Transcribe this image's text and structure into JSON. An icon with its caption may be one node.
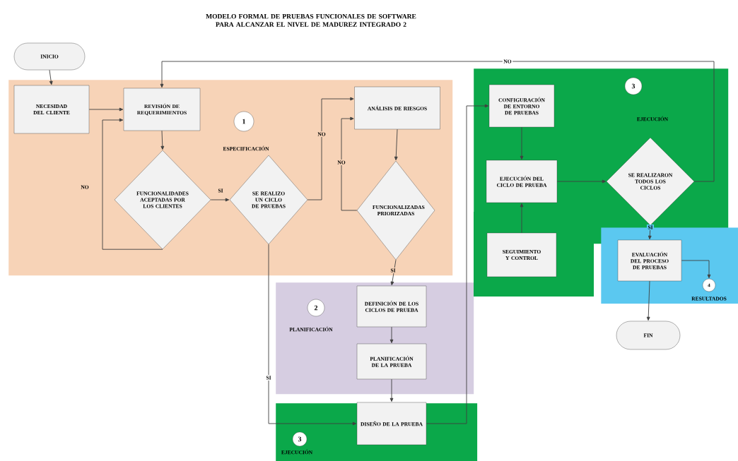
{
  "diagram": {
    "title": "MODELO FORMAL DE PRUEBAS FUNCIONALES DE SOFTWARE PARA ALCANZAR EL NIVEL DE MADUREZ INTEGRADO 2",
    "nodes": [
      {
        "text": [
          "ESPECIFICACIÓN"
        ]
      },
      {
        "text": [
          "1"
        ],
        "in": 0
      },
      {
        "text": [
          "PLANIFICACIÓN"
        ]
      },
      {
        "text": [
          "2"
        ],
        "in": 2
      },
      {
        "text": [
          "EJECUCIÓN"
        ]
      },
      {
        "text": [
          "3"
        ],
        "in": 4
      },
      {
        "text": [
          "EJECUCIÓN"
        ]
      },
      {
        "text": [
          "3"
        ],
        "in": 6
      },
      {
        "text": [],
        "shape": "box"
      },
      {
        "text": [
          "INICIO"
        ]
      },
      {
        "text": [
          "NECESIDAD DEL CLIENTE"
        ],
        "in": 0
      },
      {
        "text": [
          "REVISIÓN DE REQUERIMIENTOS"
        ],
        "in": 0
      },
      {
        "text": [
          "FUNCIONALIDADES ACEPTADAS POR LOS CLIENTES"
        ],
        "in": 0
      },
      {
        "text": [
          "SE REALIZO UN CICLO DE PRUEBAS"
        ],
        "in": 0
      },
      {
        "text": [
          "ANÁLISIS DE RIESGOS"
        ],
        "in": 0
      },
      {
        "text": [
          "FUNCIONALIZADAS PRIORIZADAS"
        ],
        "in": 0
      },
      {
        "text": [
          "DEFINICIÓN DE LOS CICLOS DE PRUEBA"
        ],
        "in": 2
      },
      {
        "text": [
          "PLANIFICACIÓN DE LA PRUEBA"
        ],
        "in": 2
      },
      {
        "text": [
          "DISEÑO DE LA PRUEBA"
        ],
        "in": 4
      },
      {
        "text": [
          "CONFIGURACIÓN DE ENTORNO DE PRUEBAS"
        ],
        "in": 6
      },
      {
        "text": [
          "EJECUCIÓN DEL CICLO DE PRUEBA"
        ],
        "in": 6
      },
      {
        "text": [
          "SE REALIZARON TODOS LOS CICLOS"
        ],
        "in": 6
      },
      {
        "text": [
          "SEGUIMIENTO Y CONTROL"
        ]
      },
      {
        "text": [
          "EVALUACIÓN DEL PROCESO DE PRUEBAS"
        ],
        "in": 8
      },
      {
        "text": [
          "4"
        ],
        "in": 8,
        "beside": [
          "RESULTADOS"
        ]
      },
      {
        "text": [
          "FIN"
        ]
      }
    ],
    "edges": [
      {
        "from": 9,
        "to": 10,
        "arrow": "to"
      },
      {
        "from": 10,
        "to": 11,
        "arrow": "to"
      },
      {
        "from": 11,
        "to": 12,
        "arrow": "to"
      },
      {
        "from": 12,
        "to": 11,
        "arrow": "to",
        "label": "NO"
      },
      {
        "from": 12,
        "to": 13,
        "arrow": "to",
        "label": "SI"
      },
      {
        "from": 13,
        "to": 14,
        "arrow": "to",
        "label": "NO"
      },
      {
        "from": 15,
        "to": 14,
        "arrow": "to",
        "label": "NO"
      },
      {
        "from": 14,
        "to": 15,
        "arrow": "to"
      },
      {
        "from": 15,
        "to": 16,
        "arrow": "to",
        "label": "SI"
      },
      {
        "from": 16,
        "to": 17,
        "arrow": "to"
      },
      {
        "from": 17,
        "to": 18,
        "arrow": "to"
      },
      {
        "from": 13,
        "to": 18,
        "arrow": "to",
        "label": "SI"
      },
      {
        "from": 18,
        "to": 19,
        "arrow": "to"
      },
      {
        "from": 19,
        "to": 20,
        "arrow": "to"
      },
      {
        "from": 22,
        "to": 20,
        "arrow": "to"
      },
      {
        "from": 20,
        "to": 21,
        "arrow": "to"
      },
      {
        "from": 21,
        "to": 11,
        "arrow": "to",
        "label": "NO"
      },
      {
        "from": 21,
        "to": 23,
        "arrow": "to",
        "label": "SI"
      },
      {
        "from": 23,
        "to": 24,
        "arrow": "to"
      },
      {
        "from": 23,
        "to": 25,
        "arrow": "to"
      }
    ]
  }
}
